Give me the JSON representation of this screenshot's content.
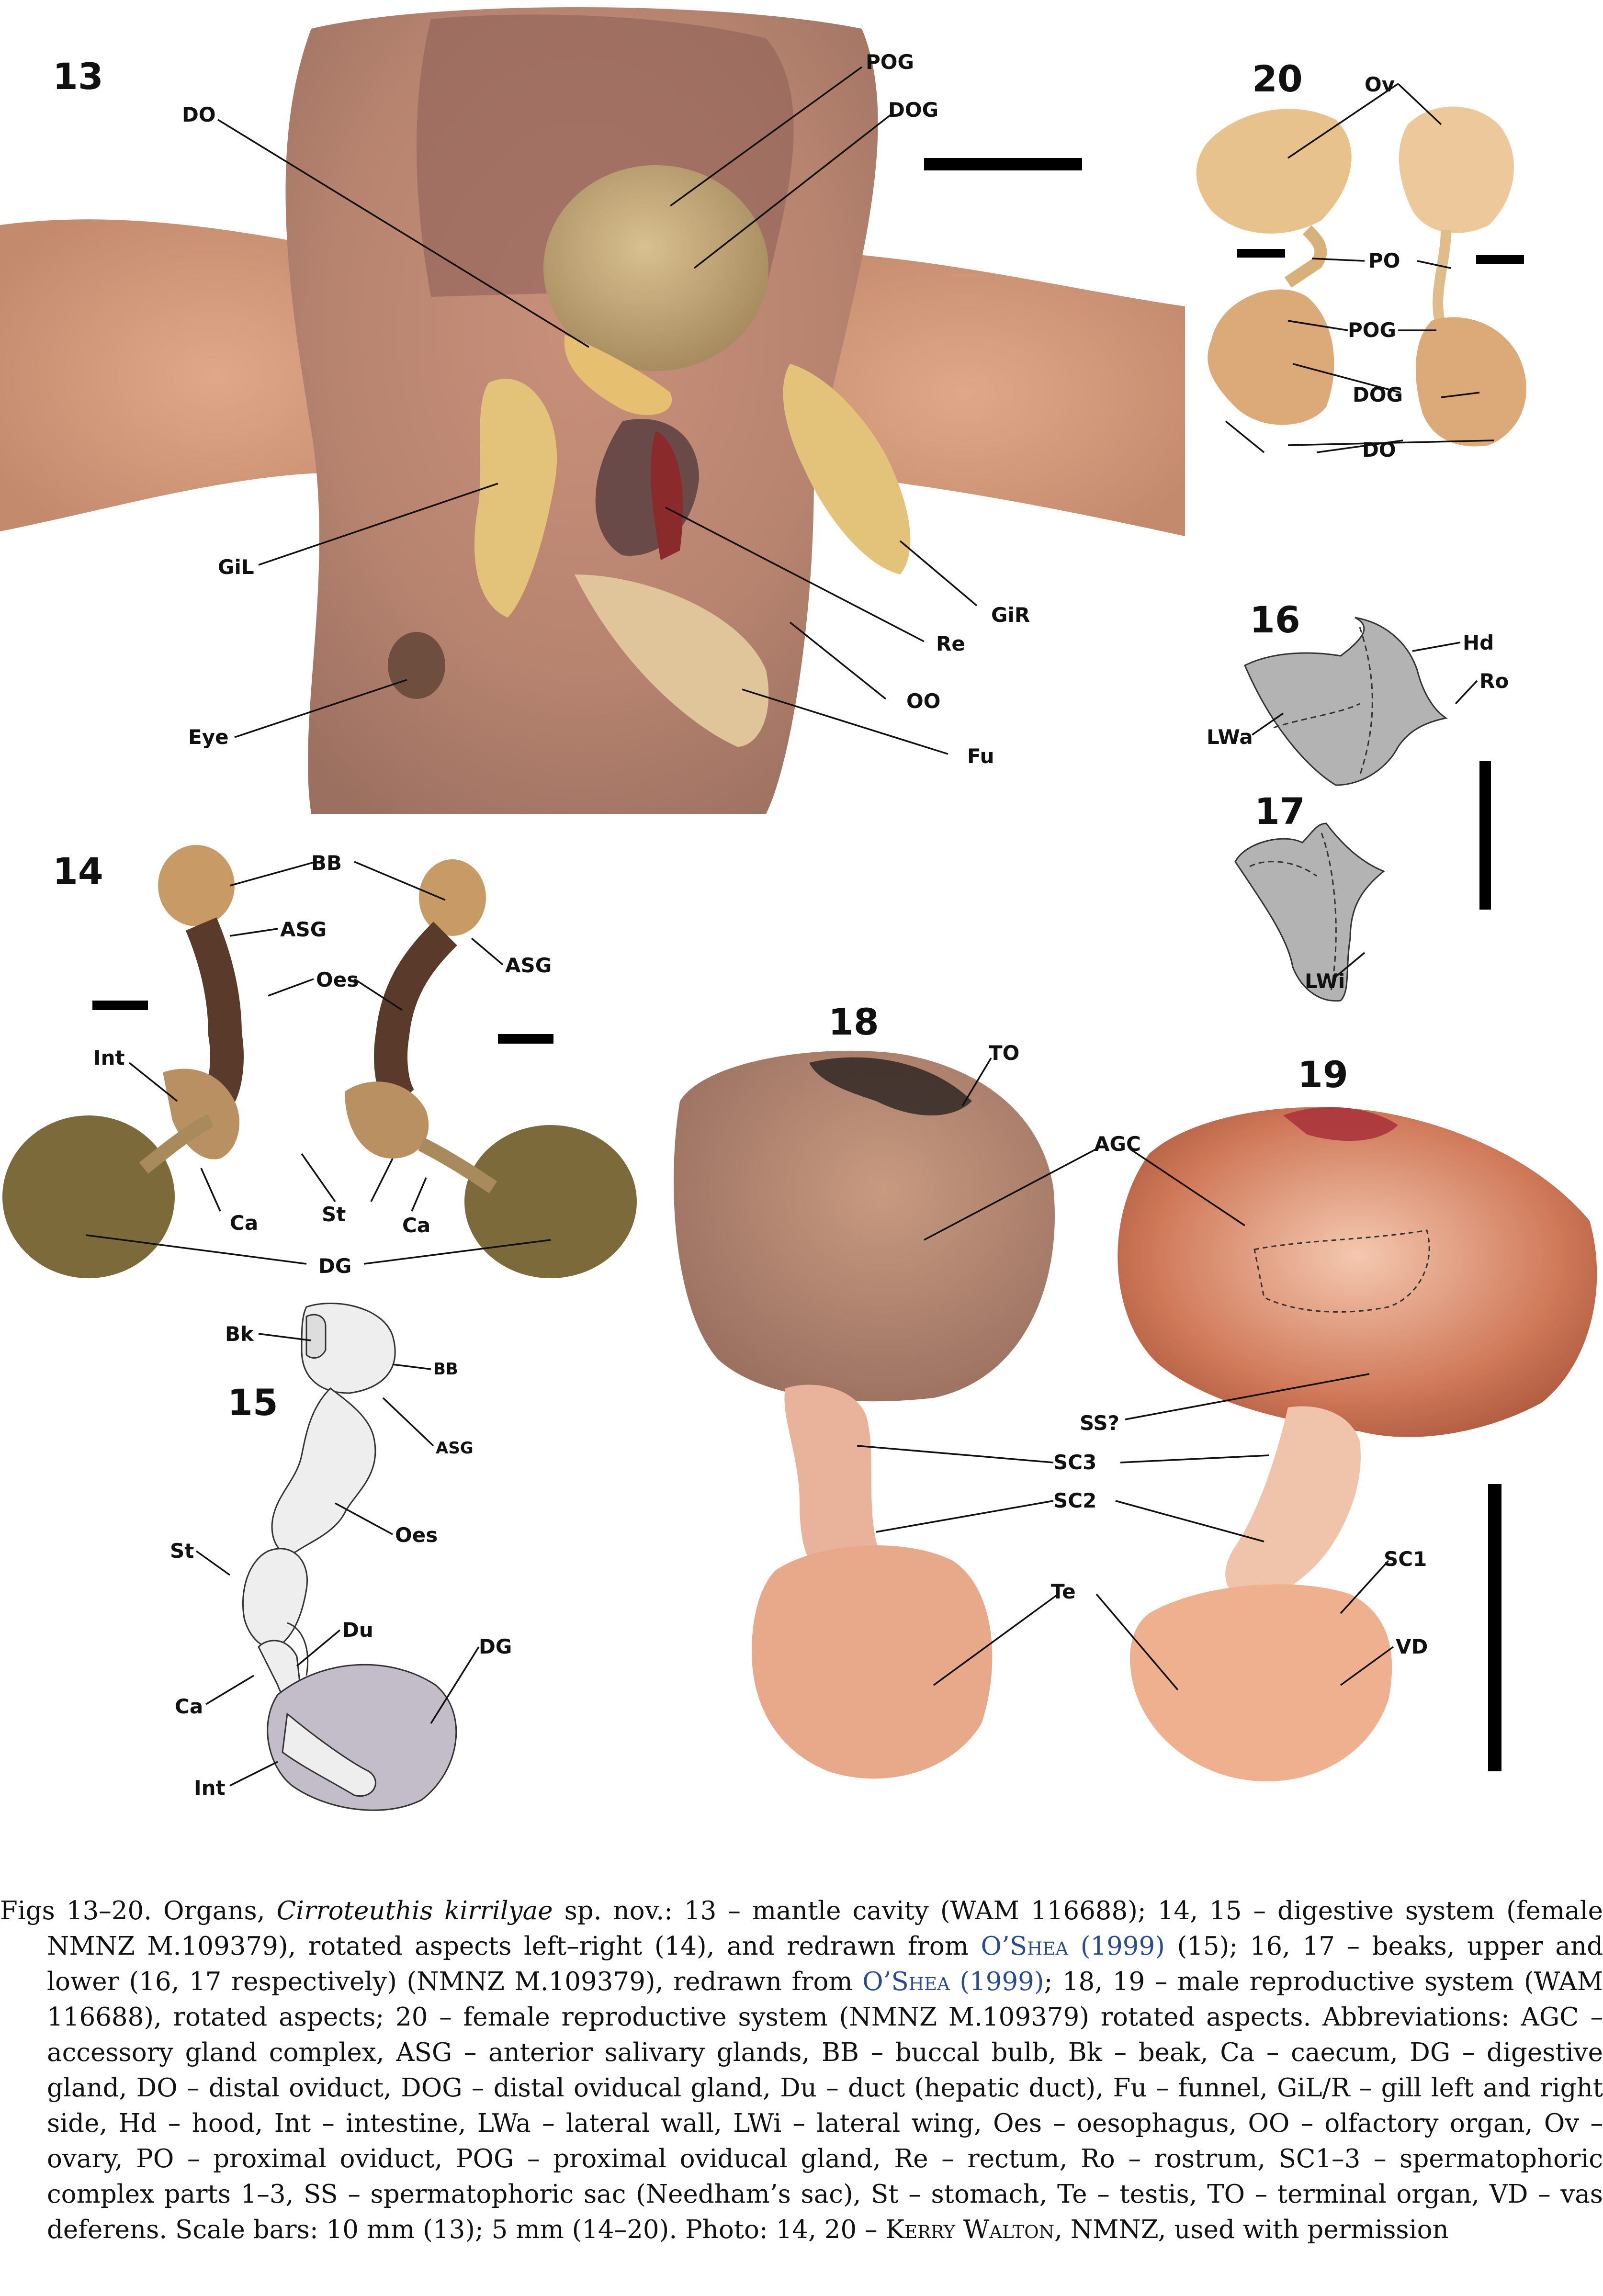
{
  "figure_numbers": {
    "f13": "13",
    "f14": "14",
    "f15": "15",
    "f16": "16",
    "f17": "17",
    "f18": "18",
    "f19": "19",
    "f20": "20"
  },
  "labels13": {
    "DO": "DO",
    "POG": "POG",
    "DOG": "DOG",
    "GiL": "GiL",
    "GiR": "GiR",
    "Re": "Re",
    "OO": "OO",
    "Eye": "Eye",
    "Fu": "Fu"
  },
  "labels14": {
    "BB": "BB",
    "ASG_left": "ASG",
    "ASG_right": "ASG",
    "Oes": "Oes",
    "Int": "Int",
    "Ca_left": "Ca",
    "Ca_right": "Ca",
    "St": "St",
    "DG": "DG"
  },
  "labels15": {
    "Bk": "Bk",
    "BB": "BB",
    "ASG": "ASG",
    "Oes": "Oes",
    "St": "St",
    "Du": "Du",
    "DG": "DG",
    "Ca": "Ca",
    "Int": "Int"
  },
  "labels16": {
    "Hd": "Hd",
    "Ro": "Ro",
    "LWa": "LWa"
  },
  "labels17": {
    "LWi": "LWi"
  },
  "labels18_19": {
    "TO": "TO",
    "AGC": "AGC",
    "SS": "SS?",
    "SC3": "SC3",
    "SC2": "SC2",
    "SC1": "SC1",
    "Te": "Te",
    "VD": "VD"
  },
  "labels20": {
    "Ov": "Ov",
    "PO": "PO",
    "POG": "POG",
    "DOG": "DOG",
    "DO": "DO"
  },
  "caption": {
    "lead": "Figs 13–20. Organs, ",
    "species": "Cirroteuthis kirrilyae",
    "after_species": " sp. nov.: 13 – mantle cavity (WAM 116688); 14, 15 – digestive system (female NMNZ M.109379), rotated aspects left–right (14), and redrawn from ",
    "ref1": "O’Shea (1999)",
    "after_ref1": " (15); 16, 17 – beaks, upper and lower (16, 17 respectively) (NMNZ M.109379), redrawn from ",
    "ref2": "O’Shea (1999)",
    "after_ref2": "; 18, 19 – male reproductive system (WAM 116688), rotated aspects; 20 – female reproductive system (NMNZ M.109379) rotated aspects. Abbreviations: AGC – accessory gland complex, ASG – anterior salivary glands, BB – buccal bulb, Bk – beak, Ca – caecum, DG – digestive gland, DO – distal oviduct, DOG – distal oviducal gland, Du – duct (hepatic duct), Fu – funnel, GiL/R – gill left and right side, Hd – hood, Int – intestine, LWa – lateral wall, LWi – lateral wing, Oes – oesophagus, OO – olfactory organ, Ov – ovary, PO – proximal oviduct, POG – proximal oviducal gland, Re – rectum, Ro – rostrum, SC1–3 – spermatophoric complex parts 1–3, SS – spermatophoric sac (Needham’s sac), St – stomach, Te – testis, TO – terminal organ, VD – vas deferens. Scale bars: 10 mm (13); 5 mm (14–20). Photo: 14, 20 – ",
    "photographer": "Kerry Walton",
    "after_photographer": ", NMNZ, used with permission"
  },
  "colors": {
    "tissue_pink": "#d9a58c",
    "tissue_brown": "#7a5a4a",
    "gill_yellow": "#e8c878",
    "gland_tan": "#c8a070",
    "digestive_olive": "#7d6a3a",
    "oesophagus_dark": "#5a3a2a",
    "testis_pink": "#e8a88a",
    "drawing_gray": "#b0b0b0",
    "drawing_light": "#eeeeee",
    "drawing_mauve": "#c2bdc8",
    "link_blue": "#2b4a8a"
  }
}
